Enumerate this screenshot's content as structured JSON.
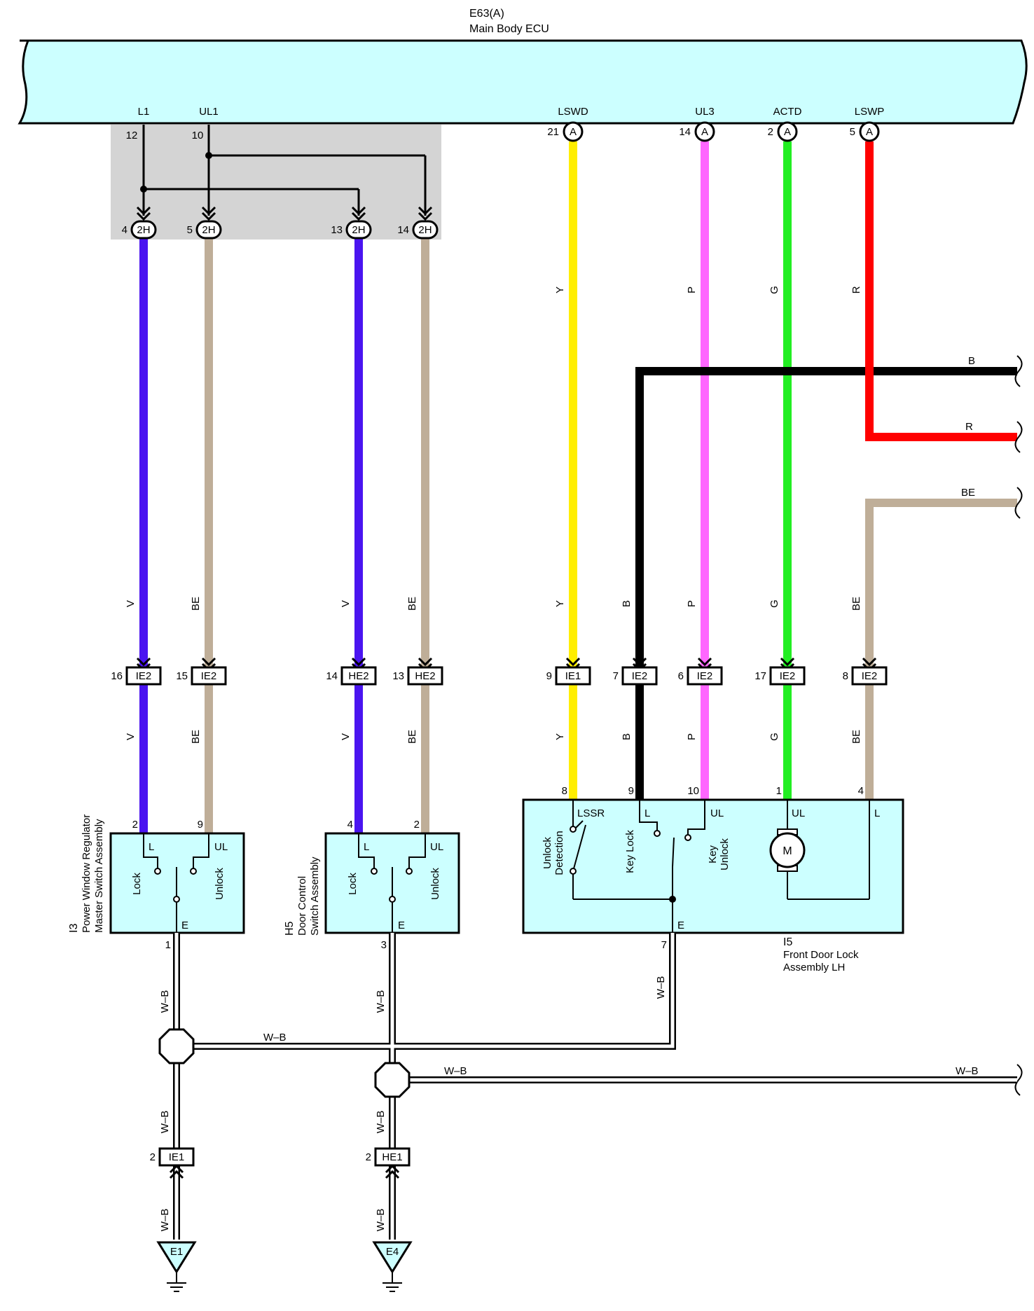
{
  "ecu": {
    "code": "E63(A)",
    "name": "Main Body ECU",
    "color": "#ccffff",
    "pins": [
      {
        "name": "L1",
        "number": "12"
      },
      {
        "name": "UL1",
        "number": "10"
      },
      {
        "name": "LSWD",
        "number": "21",
        "conn": "A"
      },
      {
        "name": "UL3",
        "number": "14",
        "conn": "A"
      },
      {
        "name": "ACTD",
        "number": "2",
        "conn": "A"
      },
      {
        "name": "LSWP",
        "number": "5",
        "conn": "A"
      }
    ]
  },
  "connector_2h": [
    {
      "number": "4",
      "label": "2H"
    },
    {
      "number": "5",
      "label": "2H"
    },
    {
      "number": "13",
      "label": "2H"
    },
    {
      "number": "14",
      "label": "2H"
    }
  ],
  "wire_colors": {
    "V": "#4a14f0",
    "BE": "#bfae98",
    "Y": "#ffee00",
    "B": "#000000",
    "P": "#ff66ff",
    "G": "#22ee22",
    "R": "#ff0000",
    "W-B": "#ffffff"
  },
  "wire_labels": {
    "v": "V",
    "be": "BE",
    "y": "Y",
    "b": "B",
    "p": "P",
    "g": "G",
    "r": "R",
    "wb": "W–B"
  },
  "junctions": [
    {
      "number": "16",
      "label": "IE2"
    },
    {
      "number": "15",
      "label": "IE2"
    },
    {
      "number": "14",
      "label": "HE2"
    },
    {
      "number": "13",
      "label": "HE2"
    },
    {
      "number": "9",
      "label": "IE1"
    },
    {
      "number": "7",
      "label": "IE2"
    },
    {
      "number": "6",
      "label": "IE2"
    },
    {
      "number": "17",
      "label": "IE2"
    },
    {
      "number": "8",
      "label": "IE2"
    }
  ],
  "components": {
    "i3": {
      "code": "I3",
      "name_line1": "Power Window Regulator",
      "name_line2": "Master Switch Assembly",
      "pin_l": "2",
      "pin_ul": "9",
      "pin_e": "1",
      "term_l": "L",
      "term_ul": "UL",
      "term_e": "E",
      "sw_lock": "Lock",
      "sw_unlock": "Unlock"
    },
    "h5": {
      "code": "H5",
      "name_line1": "Door Control",
      "name_line2": "Switch Assembly",
      "pin_l": "4",
      "pin_ul": "2",
      "pin_e": "3",
      "term_l": "L",
      "term_ul": "UL",
      "term_e": "E",
      "sw_lock": "Lock",
      "sw_unlock": "Unlock"
    },
    "i5": {
      "code": "I5",
      "name_line1": "Front Door Lock",
      "name_line2": "Assembly LH",
      "pins": [
        "8",
        "9",
        "10",
        "1",
        "4",
        "7"
      ],
      "terms": [
        "LSSR",
        "L",
        "UL",
        "UL",
        "L",
        "E"
      ],
      "sw_unlock_det1": "Unlock",
      "sw_unlock_det2": "Detection",
      "sw_key_lock": "Key Lock",
      "sw_key_unlock1": "Key",
      "sw_key_unlock2": "Unlock",
      "motor": "M"
    }
  },
  "ground_connectors": [
    {
      "number": "2",
      "label": "IE1"
    },
    {
      "number": "2",
      "label": "HE1"
    }
  ],
  "grounds": [
    "E1",
    "E4"
  ]
}
